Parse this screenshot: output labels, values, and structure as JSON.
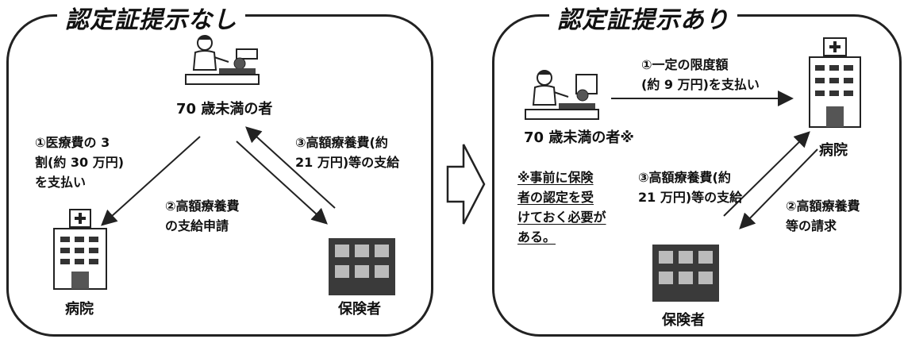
{
  "left_panel": {
    "title": "認定証提示なし",
    "patient_label": "70 歳未満の者",
    "step1": [
      "①医療費の 3",
      "割(約 30 万円)",
      "を支払い"
    ],
    "step2": [
      "②高額療養費",
      "の支給申請"
    ],
    "step3": [
      "③高額療養費(約",
      "21 万円)等の支給"
    ],
    "hospital_label": "病院",
    "insurer_label": "保険者"
  },
  "right_panel": {
    "title": "認定証提示あり",
    "patient_label": "70 歳未満の者※",
    "step1": [
      "①一定の限度額",
      "(約 9 万円)を支払い"
    ],
    "note": [
      "※事前に保険",
      "者の認定を受",
      "けておく必要が",
      "ある。"
    ],
    "step3": [
      "③高額療養費(約",
      "21 万円)等の支給"
    ],
    "step2": [
      "②高額療養費",
      "等の請求"
    ],
    "hospital_label": "病院",
    "insurer_label": "保険者"
  },
  "colors": {
    "line": "#222222",
    "building": "#333333",
    "insurer_block": "#3a3a3a"
  },
  "icons": [
    "patient-bed-icon",
    "hospital-icon",
    "insurer-building-icon",
    "flow-arrow-icon"
  ]
}
